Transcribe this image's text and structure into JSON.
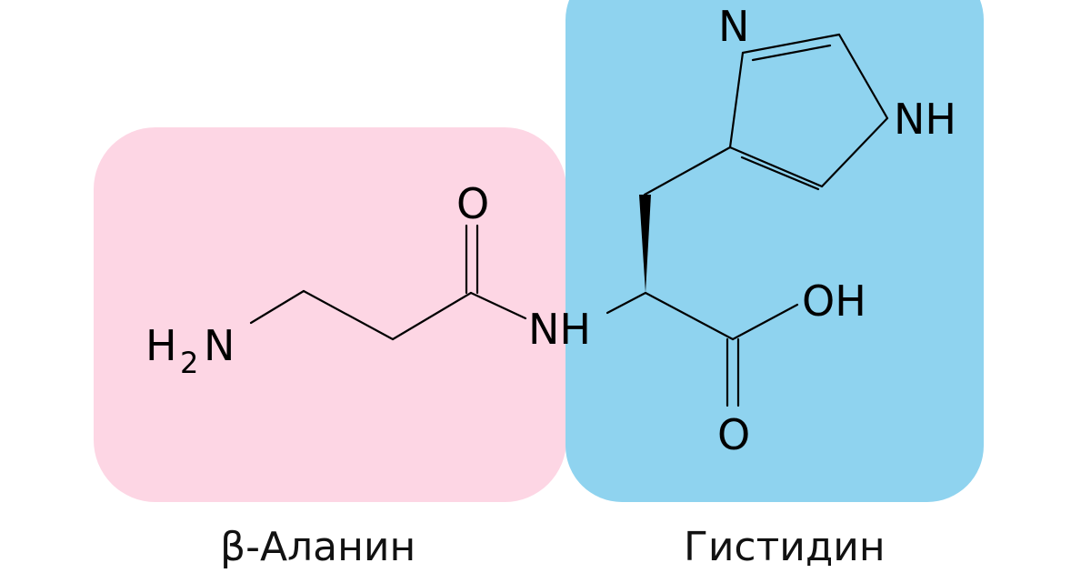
{
  "colors": {
    "beta_alanine_region": "#fdd6e4",
    "histidine_region": "#8fd3ef",
    "bonds": "#000000",
    "background": "#ffffff"
  },
  "labels": {
    "amine_h": "H",
    "amine_sub": "2",
    "amine_n": "N",
    "carbonyl_o_left": "O",
    "amide_nh": "NH",
    "imidazole_n": "N",
    "imidazole_nh": "NH",
    "hydroxyl": "OH",
    "carbonyl_o_right": "O"
  },
  "captions": {
    "left": "β-Аланин",
    "right": "Гистидин"
  }
}
